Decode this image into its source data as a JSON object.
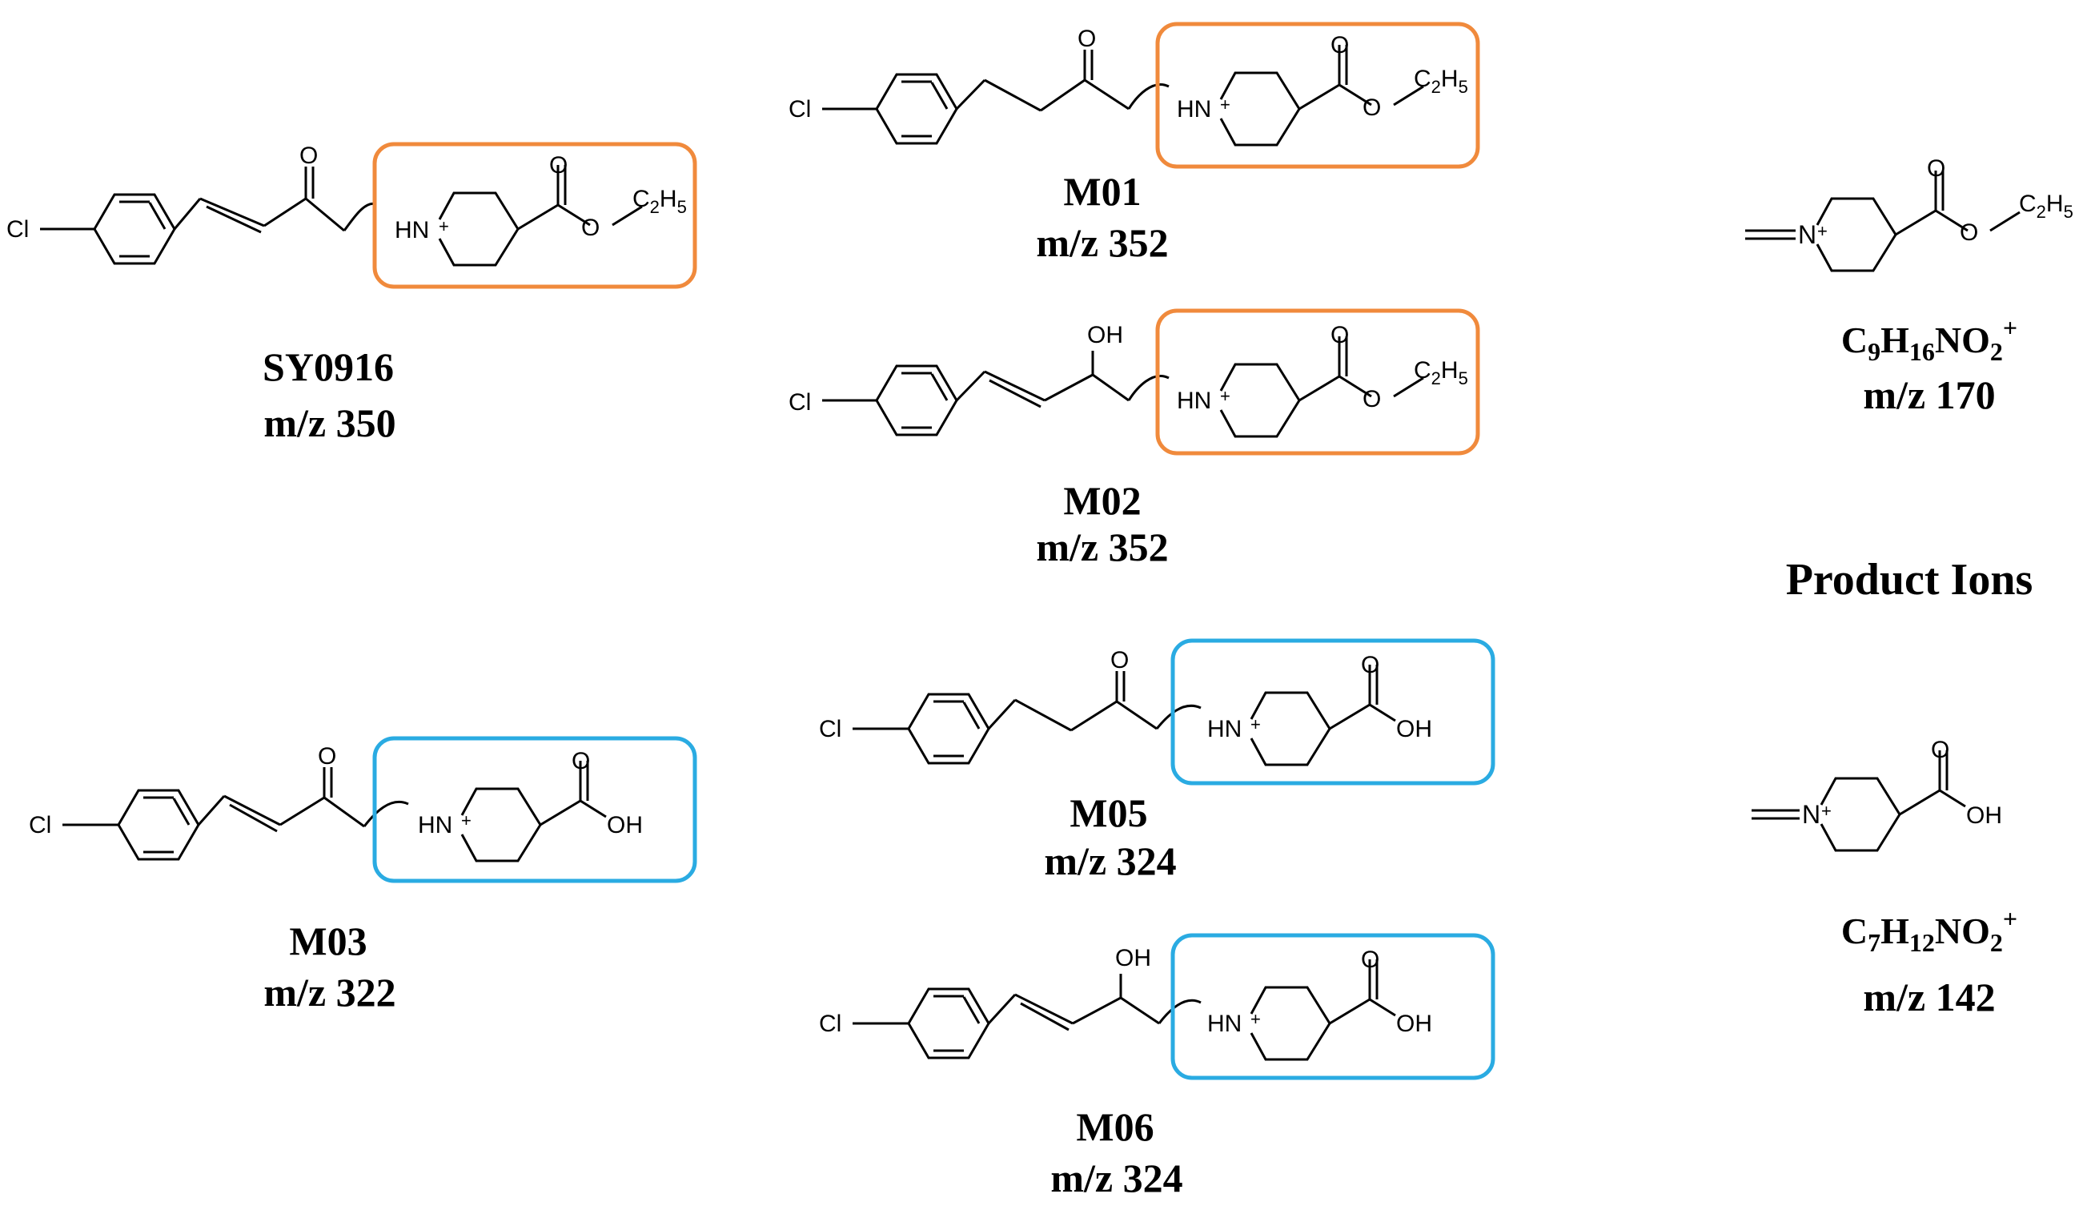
{
  "colors": {
    "ester_box": "#F08A3C",
    "acid_box": "#2AABE2",
    "bond": "#000000"
  },
  "atoms": {
    "cl": "Cl",
    "o": "O",
    "oh": "OH",
    "hn": "HN",
    "n": "N",
    "plus": "+",
    "c2h5_c": "C",
    "c2h5_2": "2",
    "c2h5_h": "H",
    "c2h5_5": "5"
  },
  "compounds": [
    {
      "id": "SY0916",
      "mz": "m/z 350"
    },
    {
      "id": "M01",
      "mz": "m/z 352"
    },
    {
      "id": "M02",
      "mz": "m/z 352"
    },
    {
      "id": "M03",
      "mz": "m/z 322"
    },
    {
      "id": "M05",
      "mz": "m/z 324"
    },
    {
      "id": "M06",
      "mz": "m/z 324"
    }
  ],
  "product_ions": {
    "heading": "Product Ions",
    "ion1": {
      "formula": {
        "c": "C",
        "c_sub": "9",
        "h": "H",
        "h_sub": "16",
        "no": "NO",
        "no_sub": "2",
        "charge": "+"
      },
      "mz": "m/z 170"
    },
    "ion2": {
      "formula": {
        "c": "C",
        "c_sub": "7",
        "h": "H",
        "h_sub": "12",
        "no": "NO",
        "no_sub": "2",
        "charge": "+"
      },
      "mz": "m/z 142"
    }
  }
}
